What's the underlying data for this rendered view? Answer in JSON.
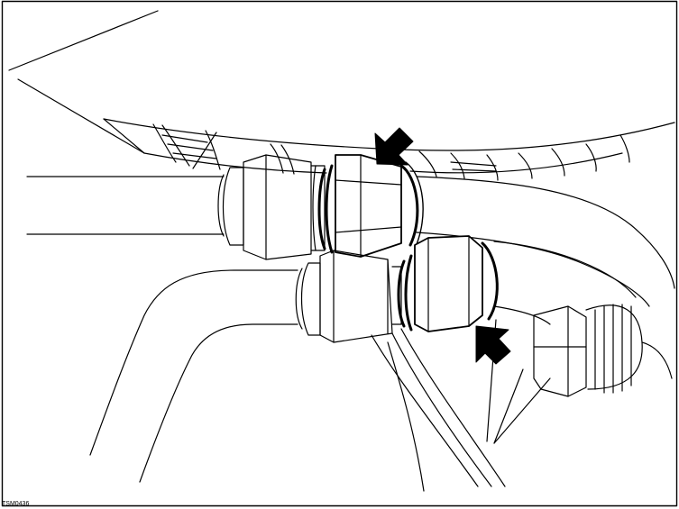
{
  "figure": {
    "reference_code": "TSM0436",
    "line_color": "#000000",
    "background_color": "#ffffff",
    "arrow_color": "#000000",
    "callouts": [
      "upper-fitting-arrow",
      "lower-fitting-arrow"
    ]
  }
}
